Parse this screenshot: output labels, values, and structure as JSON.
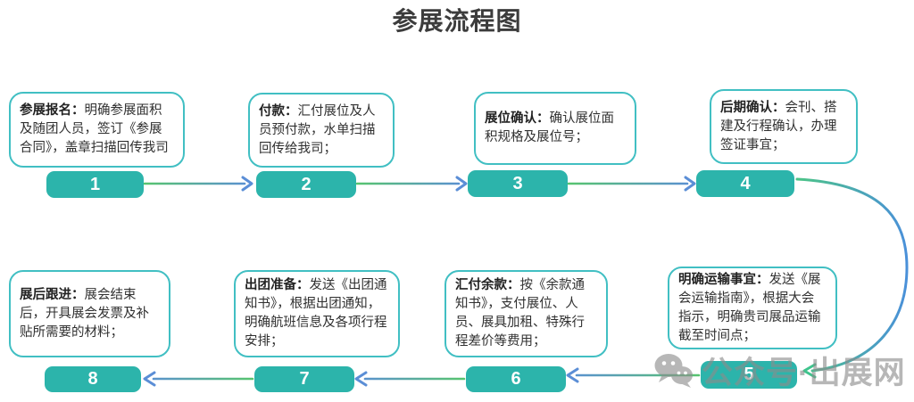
{
  "title": "参展流程图",
  "steps": [
    {
      "number": "1",
      "label": "参展报名：",
      "desc": "明确参展面积及随团人员，签订《参展合同》，盖章扫描回传我司"
    },
    {
      "number": "2",
      "label": "付款：",
      "desc": "汇付展位及人员预付款，水单扫描回传给我司；"
    },
    {
      "number": "3",
      "label": "展位确认：",
      "desc": "确认展位面积规格及展位号；"
    },
    {
      "number": "4",
      "label": "后期确认：",
      "desc": "会刊、搭建及行程确认，办理签证事宜；"
    },
    {
      "number": "5",
      "label": "明确运输事宜：",
      "desc": "发送《展会运输指南》，根据大会指示，明确贵司展品运输截至时间点；"
    },
    {
      "number": "6",
      "label": "汇付余款：",
      "desc": "按《余款通知书》，支付展位、人员、展具加租、特殊行程差价等费用；"
    },
    {
      "number": "7",
      "label": "出团准备：",
      "desc": "发送《出团通知书》，根据出团通知，明确航班信息及各项行程安排；"
    },
    {
      "number": "8",
      "label": "展后跟进：",
      "desc": "展会结束后，开具展会发票及补贴所需要的材料；"
    }
  ],
  "watermark": {
    "text": "公众号·出展网",
    "icon": "wechat-icon"
  },
  "colors": {
    "bar_teal": "#2cb4ab",
    "box_border": "#41bfc3",
    "arrow_green": "#57c46f",
    "arrow_blue": "#5b8ed6",
    "curve_arrowhead_green": "#3fc48d",
    "title_text": "#3c3c3c",
    "body_text": "#303030",
    "watermark_gray": "#8c8c8c"
  }
}
